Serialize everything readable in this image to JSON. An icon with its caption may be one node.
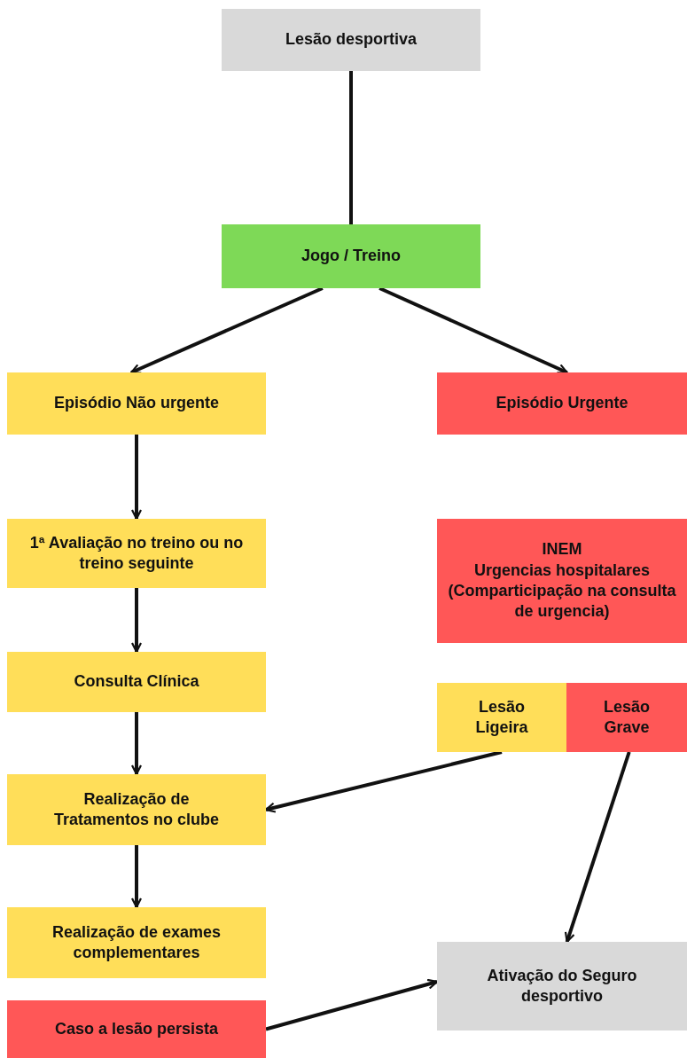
{
  "diagram": {
    "nodes": [
      {
        "text": [
          "Lesão desportiva"
        ]
      },
      {
        "text": [
          "Jogo / Treino"
        ]
      },
      {
        "text": [
          "Episódio Não urgente"
        ]
      },
      {
        "text": [
          "Episódio Urgente"
        ]
      },
      {
        "text": [
          "1ª Avaliação no treino ou no treino seguinte"
        ]
      },
      {
        "text": [
          "INEM",
          "Urgencias hospitalares (Comparticipação na consulta de urgencia)"
        ]
      },
      {
        "text": [
          "Consulta Clínica"
        ]
      },
      {
        "text": [
          "Lesão Ligeira"
        ]
      },
      {
        "text": [
          "Lesão Grave"
        ]
      },
      {
        "text": [
          "Realização de Tratamentos no clube"
        ]
      },
      {
        "text": [
          "Realização de exames complementares"
        ]
      },
      {
        "text": [
          "Caso a lesão persista"
        ]
      },
      {
        "text": [
          "Ativação do Seguro desportivo"
        ]
      }
    ],
    "edges": [
      {
        "from": 0,
        "to": 1,
        "arrow": "none"
      },
      {
        "from": 1,
        "to": 2,
        "arrow": "to"
      },
      {
        "from": 1,
        "to": 3,
        "arrow": "to"
      },
      {
        "from": 2,
        "to": 4,
        "arrow": "to"
      },
      {
        "from": 4,
        "to": 6,
        "arrow": "to"
      },
      {
        "from": 6,
        "to": 9,
        "arrow": "to"
      },
      {
        "from": 9,
        "to": 10,
        "arrow": "to"
      },
      {
        "from": 7,
        "to": 9,
        "arrow": "to"
      },
      {
        "from": 8,
        "to": 12,
        "arrow": "to"
      },
      {
        "from": 11,
        "to": 12,
        "arrow": "to"
      }
    ]
  }
}
